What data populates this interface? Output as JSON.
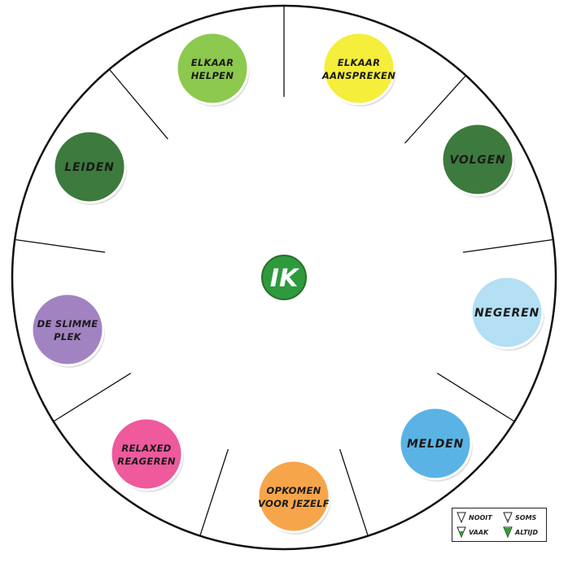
{
  "center": {
    "label": "IK",
    "color": "#2e9a3c"
  },
  "segments": [
    {
      "lines": [
        "ELKAAR",
        "HELPEN"
      ],
      "color": "#8cc94e",
      "stroke": "#7ec241",
      "icon": "elkaar-helpen"
    },
    {
      "lines": [
        "ELKAAR",
        "AANSPREKEN"
      ],
      "color": "#f5ee3a",
      "stroke": "#f2e41c",
      "icon": "elkaar-aanspreken"
    },
    {
      "lines": [
        "VOLGEN"
      ],
      "color": "#3d7a3d",
      "stroke": "#2a6e2a",
      "icon": "volgen"
    },
    {
      "lines": [
        "NEGEREN"
      ],
      "color": "#b4dff4",
      "stroke": "#8fcdee",
      "icon": "negeren"
    },
    {
      "lines": [
        "MELDEN"
      ],
      "color": "#5ab3e4",
      "stroke": "#4aa6db",
      "icon": "melden"
    },
    {
      "lines": [
        "OPKOMEN",
        "VOOR JEZELF"
      ],
      "color": "#f7a54b",
      "stroke": "#f28c28",
      "icon": "opkomen-voor-jezelf"
    },
    {
      "lines": [
        "RELAXED",
        "REAGEREN"
      ],
      "color": "#ee5a9c",
      "stroke": "#e0177a",
      "icon": "relaxed-reageren"
    },
    {
      "lines": [
        "DE SLIMME",
        "PLEK"
      ],
      "color": "#a283c2",
      "stroke": "#8e6bb5",
      "icon": "de-slimme-plek"
    },
    {
      "lines": [
        "LEIDEN"
      ],
      "color": "#3d7a3d",
      "stroke": "#2a6e2a",
      "icon": "leiden"
    }
  ],
  "legend": {
    "items": [
      {
        "label": "NOOIT",
        "icon": "cone-nooit-icon",
        "fill": 0
      },
      {
        "label": "SOMS",
        "icon": "cone-soms-icon",
        "fill": 1
      },
      {
        "label": "VAAK",
        "icon": "cone-vaak-icon",
        "fill": 2
      },
      {
        "label": "ALTIJD",
        "icon": "cone-altijd-icon",
        "fill": 3
      }
    ],
    "cone_color": "#3a9a3a"
  }
}
